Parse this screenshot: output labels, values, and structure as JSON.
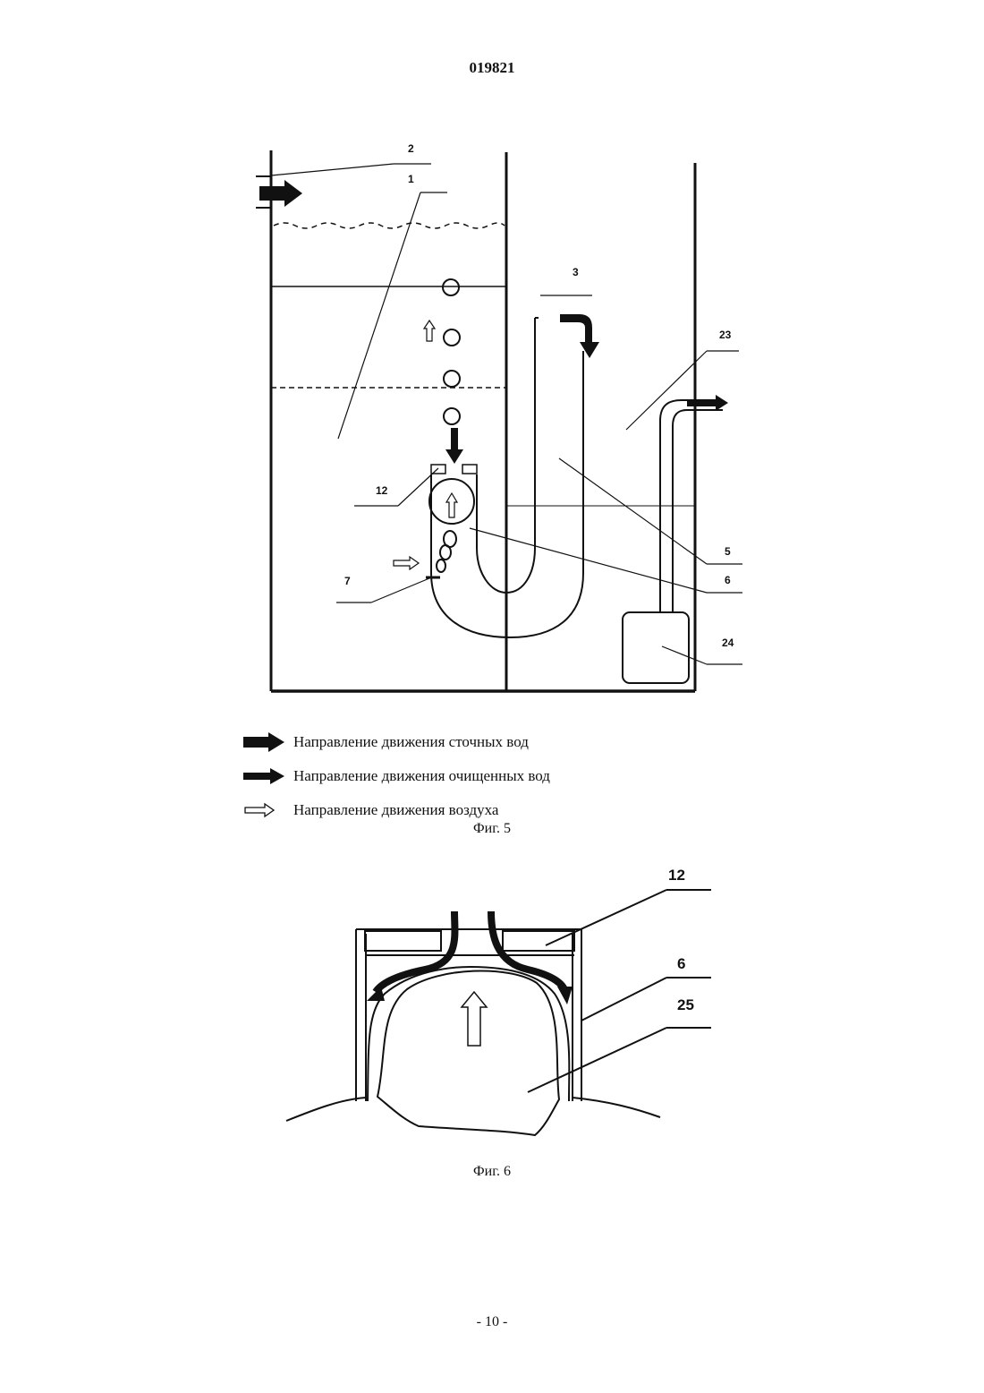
{
  "header": {
    "document_number": "019821"
  },
  "figure5": {
    "caption": "Фиг. 5",
    "labels": {
      "l1": "1",
      "l2": "2",
      "l3": "3",
      "l5": "5",
      "l6": "6",
      "l7": "7",
      "l12": "12",
      "l23": "23",
      "l24": "24"
    }
  },
  "legend": {
    "items": [
      {
        "text": "Направление движения сточных вод",
        "icon": "thick-black-arrow-icon"
      },
      {
        "text": "Направление движения очищенных вод",
        "icon": "black-arrow-icon"
      },
      {
        "text": "Направление движения воздуха",
        "icon": "hollow-arrow-icon"
      }
    ]
  },
  "figure6": {
    "caption": "Фиг. 6",
    "labels": {
      "l12": "12",
      "l6": "6",
      "l25": "25"
    }
  },
  "footer": {
    "page_number": "- 10 -"
  }
}
